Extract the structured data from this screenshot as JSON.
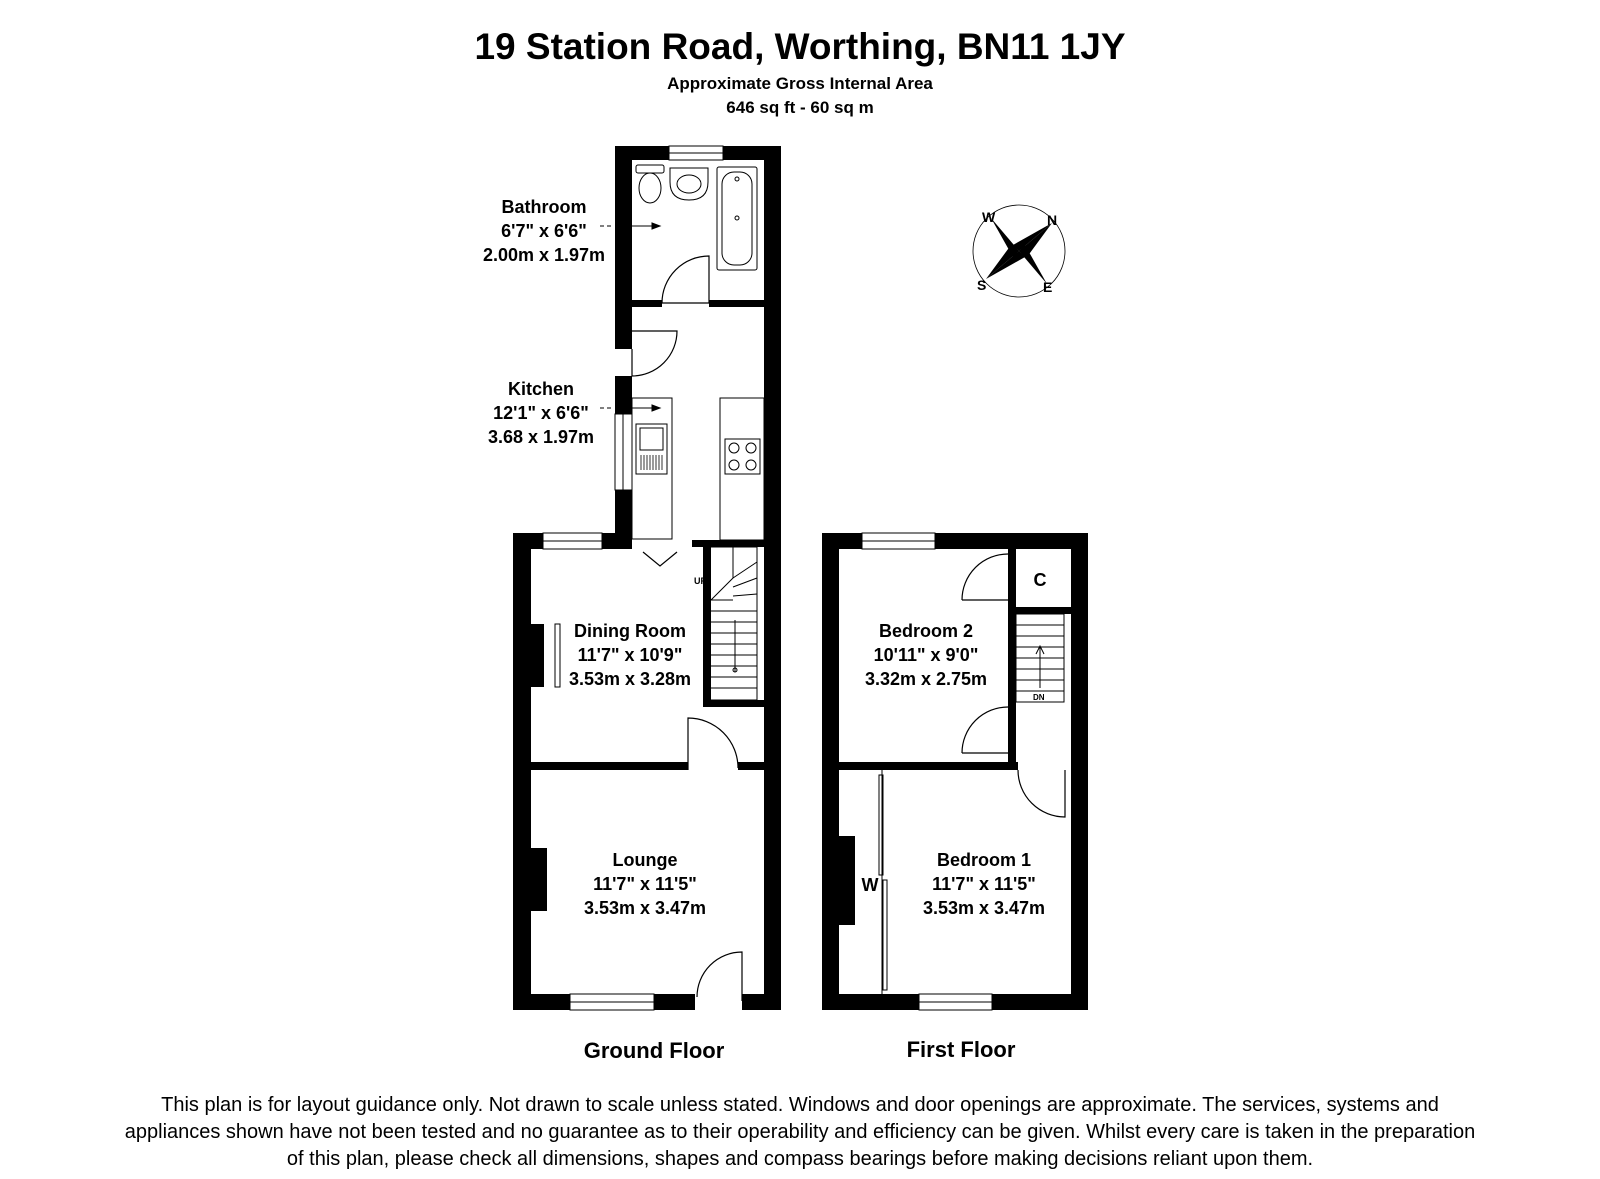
{
  "header": {
    "title": "19 Station Road, Worthing, BN11 1JY",
    "subtitle": "Approximate Gross Internal Area",
    "area": "646 sq ft - 60 sq m"
  },
  "rooms": {
    "bathroom": {
      "name": "Bathroom",
      "imperial": "6'7\" x 6'6\"",
      "metric": "2.00m x 1.97m"
    },
    "kitchen": {
      "name": "Kitchen",
      "imperial": "12'1\" x 6'6\"",
      "metric": "3.68 x 1.97m"
    },
    "dining": {
      "name": "Dining Room",
      "imperial": "11'7\" x 10'9\"",
      "metric": "3.53m x 3.28m"
    },
    "lounge": {
      "name": "Lounge",
      "imperial": "11'7\" x 11'5\"",
      "metric": "3.53m x 3.47m"
    },
    "bedroom2": {
      "name": "Bedroom 2",
      "imperial": "10'11\" x 9'0\"",
      "metric": "3.32m x 2.75m"
    },
    "bedroom1": {
      "name": "Bedroom 1",
      "imperial": "11'7\" x 11'5\"",
      "metric": "3.53m x 3.47m"
    }
  },
  "marks": {
    "cupboard": "C",
    "wardrobe": "W",
    "up": "UP",
    "down": "DN"
  },
  "compass": {
    "w": "W",
    "n": "N",
    "s": "S",
    "e": "E"
  },
  "floors": {
    "ground": "Ground Floor",
    "first": "First Floor"
  },
  "disclaimer": [
    "This plan is for layout guidance only.  Not drawn to scale unless stated.  Windows and door openings are approximate.  The services, systems and",
    "appliances shown have not been tested and no guarantee as to their operability and efficiency can be given.  Whilst every care is taken in the preparation",
    "of this plan, please check all dimensions, shapes and compass bearings before making decisions reliant upon them."
  ]
}
